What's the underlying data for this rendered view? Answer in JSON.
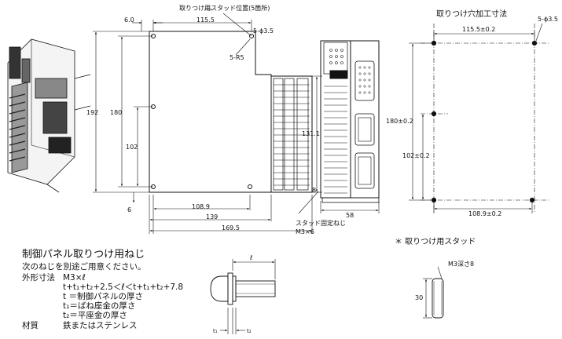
{
  "labels": {
    "stud_position": "取りつけ用スタッド位置(5箇所)",
    "hole_title": "取りつけ穴加工寸法",
    "dim_6_0": "6.0",
    "dim_115_5": "115.5",
    "dim_phi35": "5-ϕ3.5",
    "dim_r5": "5-R5",
    "dim_192": "192",
    "dim_180": "180",
    "dim_102": "102",
    "dim_131_1": "131.1",
    "dim_6": "6",
    "dim_8": "8",
    "dim_108_9": "108.9",
    "dim_139": "139",
    "dim_169_5": "169.5",
    "dim_58": "58",
    "stud_fix_screw": "スタッド固定ねじ",
    "m3x6": "M3×6",
    "hole_115_5": "115.5±0.2",
    "hole_phi35": "5-ϕ3.5",
    "hole_180": "180±0.2",
    "hole_102": "102±0.2",
    "hole_108_9": "108.9±0.2",
    "stud_title": "＊ 取りつけ用スタッド",
    "stud_depth": "M3深さ8",
    "stud_30": "30",
    "screw_l": "ℓ",
    "screw_t1": "t₁",
    "screw_t2": "t₂"
  },
  "notes": {
    "title": "制御パネル取りつけ用ねじ",
    "line1": "次のねじを別途ご用意ください。",
    "size_label": "外形寸法",
    "size_value": "M3×ℓ",
    "formula": "t+t₁+t₂+2.5＜ℓ＜t+t₁+t₂+7.8",
    "def_t": "t ＝制御パネルの厚さ",
    "def_t1": "t₁＝ばね座金の厚さ",
    "def_t2": "t₂＝平座金の厚さ",
    "material_label": "材質",
    "material_value": "鉄またはステンレス"
  }
}
